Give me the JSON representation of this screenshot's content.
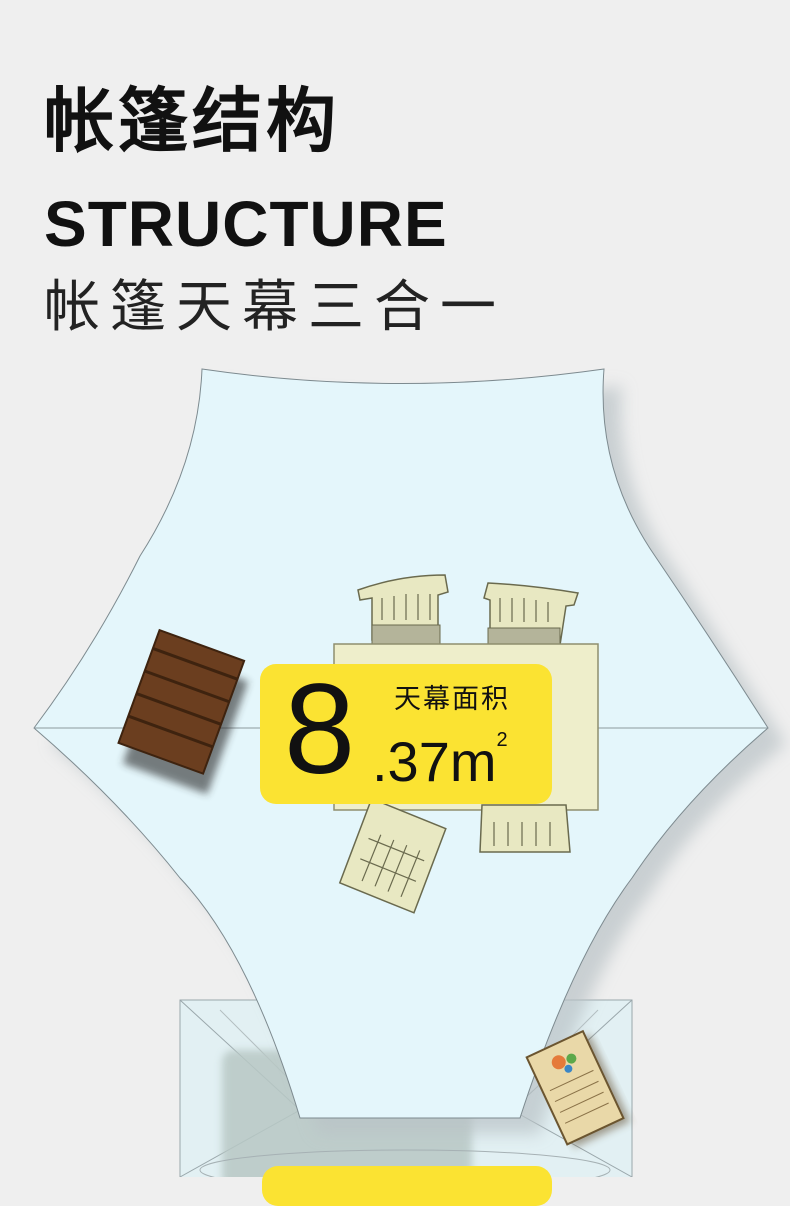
{
  "heading": {
    "title_cn": "帐篷结构",
    "title_en": "STRUCTURE",
    "subtitle": "帐篷天幕三合一"
  },
  "area": {
    "integer": "8",
    "label": "天幕面积",
    "decimal": ".37m",
    "unit_sup": "2",
    "value_m2": 8.37
  },
  "colors": {
    "background": "#efefef",
    "canopy": "#e4f6fb",
    "badge": "#fbe332",
    "wood": "#6b3e1f",
    "table": "#eeeecb"
  },
  "icons": [
    "canopy-shape",
    "table-icon",
    "chair-icon",
    "bench-icon",
    "book-icon",
    "tent-base-icon"
  ]
}
